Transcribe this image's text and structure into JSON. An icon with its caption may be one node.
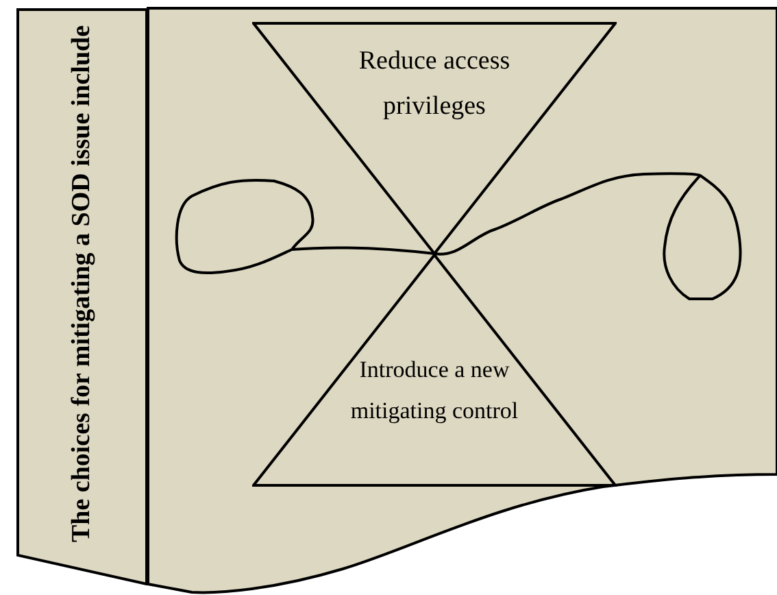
{
  "diagram": {
    "nodes": [
      {
        "text": [
          "The choices for mitigating a SOD issue include"
        ]
      },
      {
        "text": [
          "Reduce access privileges"
        ]
      },
      {
        "text": [
          "Introduce a new mitigating control"
        ]
      }
    ]
  }
}
